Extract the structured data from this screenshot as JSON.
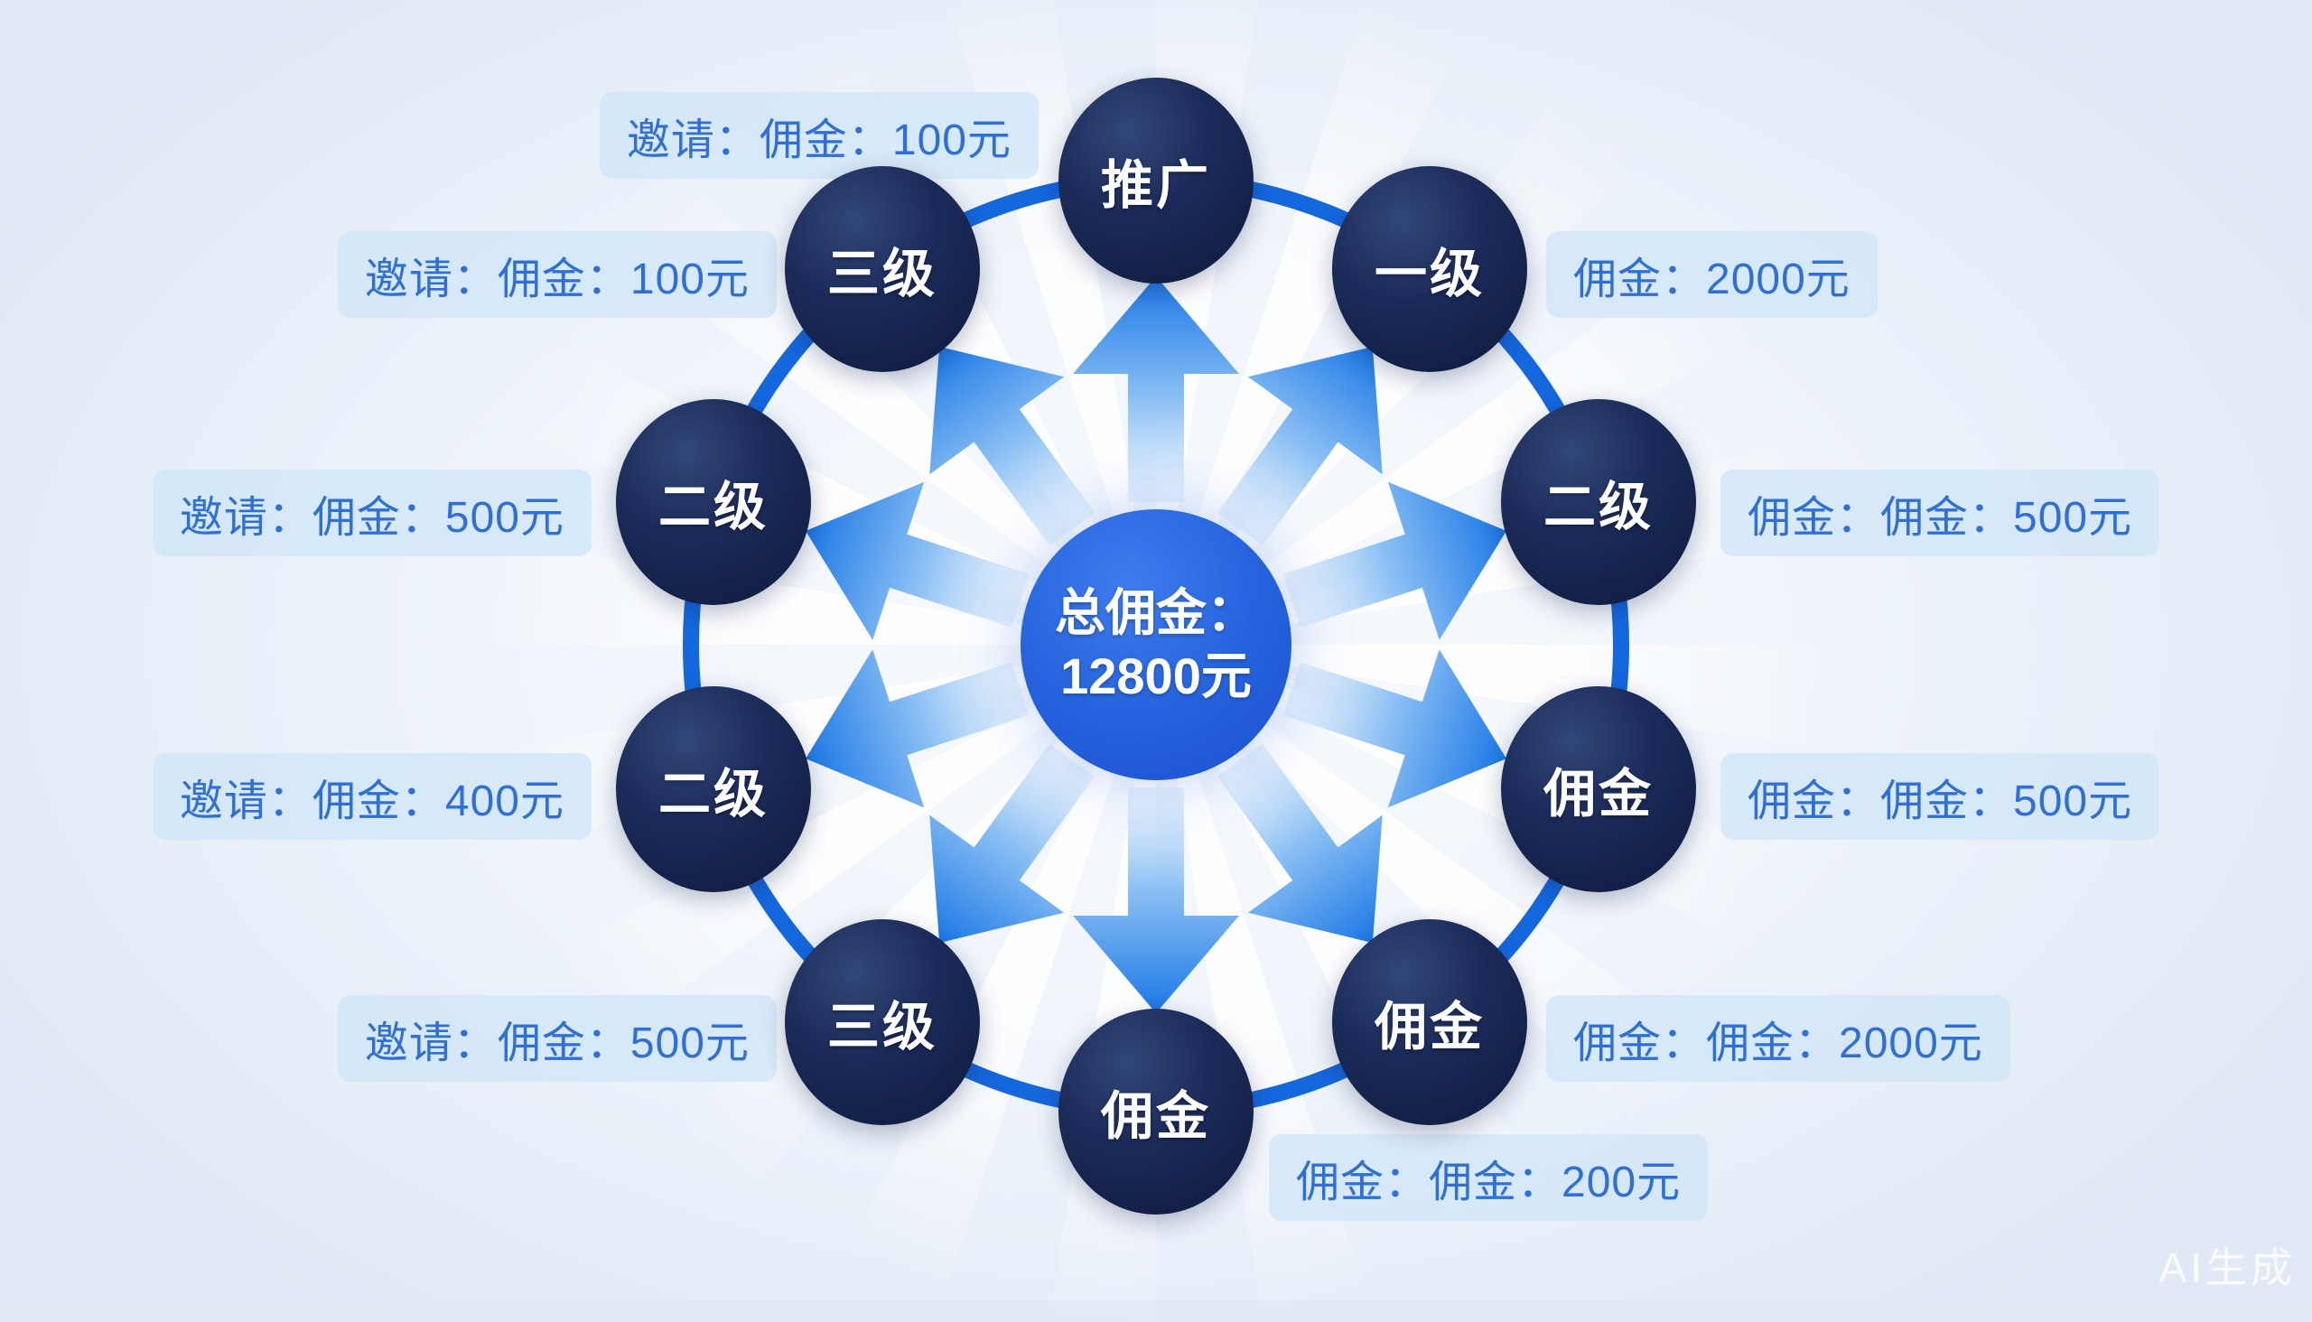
{
  "diagram": {
    "center": {
      "line1": "总佣金：",
      "line2": "12800元"
    },
    "nodes": [
      {
        "id": "top",
        "label": "推广"
      },
      {
        "id": "upper-right",
        "label": "一级"
      },
      {
        "id": "right",
        "label": "二级"
      },
      {
        "id": "lower-right",
        "label": "佣金"
      },
      {
        "id": "bottom-right",
        "label": "佣金"
      },
      {
        "id": "bottom",
        "label": "佣金"
      },
      {
        "id": "bottom-left",
        "label": "三级"
      },
      {
        "id": "lower-left",
        "label": "二级"
      },
      {
        "id": "left",
        "label": "二级"
      },
      {
        "id": "upper-left",
        "label": "三级"
      }
    ],
    "labels_left": [
      {
        "text": "邀请：佣金：100元"
      },
      {
        "text": "邀请：佣金：100元"
      },
      {
        "text": "邀请：佣金：500元"
      },
      {
        "text": "邀请：佣金：400元"
      },
      {
        "text": "邀请：佣金：500元"
      }
    ],
    "labels_right": [
      {
        "text": "佣金：2000元"
      },
      {
        "text": "佣金：佣金：500元"
      },
      {
        "text": "佣金：佣金：500元"
      },
      {
        "text": "佣金：佣金：2000元"
      },
      {
        "text": "佣金：佣金：200元"
      }
    ],
    "watermark": "AI生成",
    "colors": {
      "ring": "#1567de",
      "node_fill": "#16244e",
      "center_fill": "#2563dd",
      "arrow": "#1b78e6",
      "label_text": "#2f6fd6",
      "label_pill": "#d9e9f8",
      "background": "#ecf2fa"
    }
  }
}
